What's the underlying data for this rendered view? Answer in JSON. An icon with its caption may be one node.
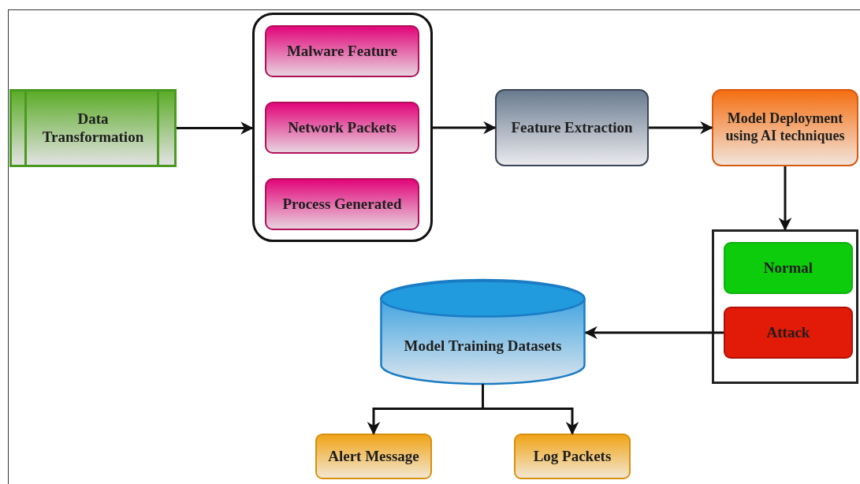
{
  "diagram": {
    "nodes": [
      {
        "text": [
          "Data Transformation"
        ]
      },
      {
        "text": [],
        "shape": "box"
      },
      {
        "text": [
          "Malware Feature"
        ],
        "in": 1
      },
      {
        "text": [
          "Network Packets"
        ],
        "in": 1
      },
      {
        "text": [
          "Process Generated"
        ],
        "in": 1
      },
      {
        "text": [
          "Feature Extraction"
        ]
      },
      {
        "text": [
          "Model Deployment using AI techniques"
        ]
      },
      {
        "text": [],
        "shape": "box"
      },
      {
        "text": [
          "Normal"
        ],
        "in": 7
      },
      {
        "text": [
          "Attack"
        ],
        "in": 7
      },
      {
        "text": [
          "Model Training Datasets"
        ]
      },
      {
        "text": [
          "Alert Message"
        ]
      },
      {
        "text": [
          "Log Packets"
        ]
      }
    ],
    "edges": [
      {
        "from": 0,
        "to": 1,
        "arrow": "to"
      },
      {
        "from": 1,
        "to": 5,
        "arrow": "to"
      },
      {
        "from": 5,
        "to": 6,
        "arrow": "to"
      },
      {
        "from": 6,
        "to": 7,
        "arrow": "to"
      },
      {
        "from": 9,
        "to": 10,
        "arrow": "to"
      },
      {
        "from": 10,
        "to": 11,
        "arrow": "to"
      },
      {
        "from": 10,
        "to": 12,
        "arrow": "to"
      }
    ]
  }
}
